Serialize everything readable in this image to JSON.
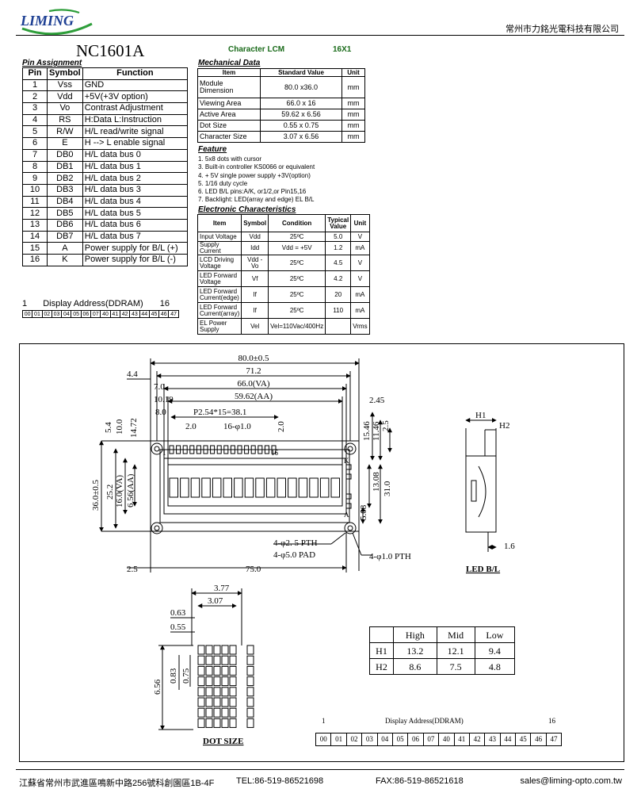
{
  "header": {
    "logo_text": "LIMING",
    "company_name": "常州市力銘光電科技有限公司",
    "model": "NC1601A",
    "product_type": "Character LCM",
    "format": "16X1"
  },
  "pin_assignment": {
    "title": "Pin Assignment",
    "headers": [
      "Pin",
      "Symbol",
      "Function"
    ],
    "rows": [
      [
        "1",
        "Vss",
        "GND"
      ],
      [
        "2",
        "Vdd",
        "+5V(+3V option)"
      ],
      [
        "3",
        "Vo",
        "Contrast Adjustment"
      ],
      [
        "4",
        "RS",
        "H:Data L:Instruction"
      ],
      [
        "5",
        "R/W",
        "H/L read/write signal"
      ],
      [
        "6",
        "E",
        "H --> L enable signal"
      ],
      [
        "7",
        "DB0",
        "H/L data bus 0"
      ],
      [
        "8",
        "DB1",
        "H/L data bus 1"
      ],
      [
        "9",
        "DB2",
        "H/L data bus 2"
      ],
      [
        "10",
        "DB3",
        "H/L data bus 3"
      ],
      [
        "11",
        "DB4",
        "H/L data bus 4"
      ],
      [
        "12",
        "DB5",
        "H/L data bus 5"
      ],
      [
        "13",
        "DB6",
        "H/L data bus 6"
      ],
      [
        "14",
        "DB7",
        "H/L data bus 7"
      ],
      [
        "15",
        "A",
        "Power supply for B/L (+)"
      ],
      [
        "16",
        "K",
        "Power supply for B/L (-)"
      ]
    ]
  },
  "mechanical": {
    "title": "Mechanical Data",
    "headers": [
      "Item",
      "Standard Value",
      "Unit"
    ],
    "rows": [
      [
        "Module Dimension",
        "80.0 x36.0",
        "mm"
      ],
      [
        "Viewing Area",
        "66.0 x 16",
        "mm"
      ],
      [
        "Active  Area",
        "59.62 x 6.56",
        "mm"
      ],
      [
        "Dot Size",
        "0.55 x 0.75",
        "mm"
      ],
      [
        "Character Size",
        "3.07 x 6.56",
        "mm"
      ]
    ]
  },
  "feature": {
    "title": "Feature",
    "items": [
      "1. 5x8 dots with cursor",
      "3. Built-in controller KS0066 or equivalent",
      "4. + 5V single power supply  +3V(option)",
      "5. 1/16 duty cycle",
      "6. LED B/L pins:A/K, or1/2,or Pin15,16",
      "7. Backlight: LED(array and edge)   EL B/L"
    ]
  },
  "electronic": {
    "title": "Electronic Characteristics",
    "headers": [
      "Item",
      "Symbol",
      "Condition",
      "Typical Value",
      "Unit"
    ],
    "rows": [
      [
        "Input Voltage",
        "Vdd",
        "25ºC",
        "5.0",
        "V"
      ],
      [
        "Supply Current",
        "Idd",
        "Vdd = +5V",
        "1.2",
        "mA"
      ],
      [
        "LCD Driving Voltage",
        "Vdd - Vo",
        "25ºC",
        "4.5",
        "V"
      ],
      [
        "LED Forward Voltage",
        "Vf",
        "25ºC",
        "4.2",
        "V"
      ],
      [
        "LED Forward Current(edge)",
        "If",
        "25ºC",
        "20",
        "mA"
      ],
      [
        "LED Forward Current(array)",
        "If",
        "25ºC",
        "110",
        "mA"
      ],
      [
        "EL Power Supply",
        "Vel",
        "Vel=110Vac/400Hz",
        "",
        "Vrms"
      ]
    ]
  },
  "ddram_small": {
    "start": "1",
    "label": "Display Address(DDRAM)",
    "end": "16",
    "cells": [
      "00",
      "01",
      "02",
      "03",
      "04",
      "05",
      "06",
      "07",
      "40",
      "41",
      "42",
      "43",
      "44",
      "45",
      "46",
      "47"
    ]
  },
  "drawing": {
    "dims": {
      "overall_w": "80.0±0.5",
      "offset_left": "4.4",
      "w_71": "71.2",
      "va_left": "7.0",
      "va_w": "66.0(VA)",
      "aa_left": "10.19",
      "aa_w": "59.62(AA)",
      "pin_left": "8.0",
      "pitch": "P2.54*15=38.1",
      "pin_sp": "2.0",
      "pin_dia": "16-φ1.0",
      "pin_right": "2.0",
      "right_245": "2.45",
      "v_54": "5.4",
      "v_100": "10.0",
      "v_1472": "14.72",
      "h_36": "36.0±0.5",
      "h_252": "25.2",
      "h_160": "16.0(VA)",
      "h_656": "6.56(AA)",
      "r_1546": "15.46",
      "r_1146": "11.46",
      "r_25": "2.5",
      "r_1308": "13.08",
      "r_310": "31.0",
      "r_508": "5.08",
      "pin_1": "1",
      "pin_16": "16",
      "label_k": "K",
      "label_a": "A",
      "hole_pth": "4-φ2. 5 PTH",
      "hole_pad": "4-φ5.0 PAD",
      "hole_small": "4-φ1.0 PTH",
      "bottom_25": "2.5",
      "bottom_75": "75.0",
      "h1": "H1",
      "h2": "H2",
      "side_16": "1.6",
      "led_bl": "LED B/L",
      "dot_377": "3.77",
      "dot_307": "3.07",
      "dot_063": "0.63",
      "dot_055": "0.55",
      "dot_656": "6.56",
      "dot_083": "0.83",
      "dot_075": "0.75",
      "dot_size": "DOT SIZE"
    },
    "height_table": {
      "headers": [
        "",
        "High",
        "Mid",
        "Low"
      ],
      "rows": [
        [
          "H1",
          "13.2",
          "12.1",
          "9.4"
        ],
        [
          "H2",
          "8.6",
          "7.5",
          "4.8"
        ]
      ]
    },
    "ddram_big": {
      "start": "1",
      "label": "Display Address(DDRAM)",
      "end": "16",
      "cells": [
        "00",
        "01",
        "02",
        "03",
        "04",
        "05",
        "06",
        "07",
        "40",
        "41",
        "42",
        "43",
        "44",
        "45",
        "46",
        "47"
      ]
    }
  },
  "footer": {
    "address": "江蘇省常州市武進區鳴新中路256號科創園區1B-4F",
    "tel": "TEL:86-519-86521698",
    "fax": "FAX:86-519-86521618",
    "email": "sales@liming-opto.com.tw"
  }
}
